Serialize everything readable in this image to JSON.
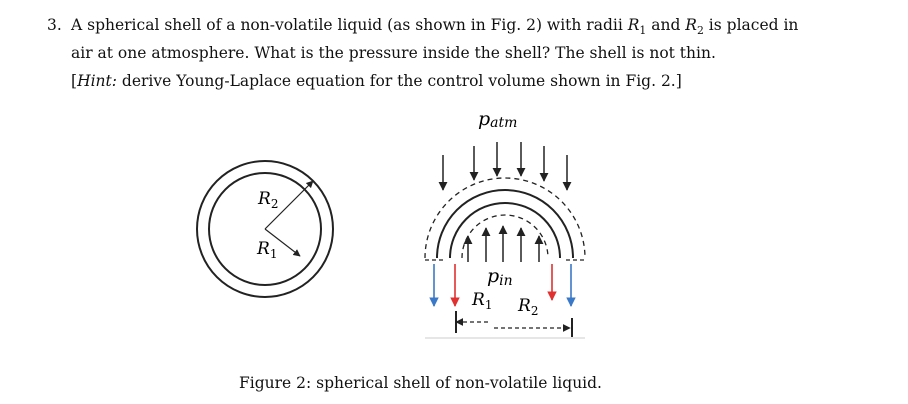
{
  "problem": {
    "number": "3.",
    "line1_a": "A spherical shell of a non-volatile liquid (as shown in Fig. 2) with radii ",
    "r1_sym": "R",
    "r1_sub": "1",
    "and": " and ",
    "r2_sym": "R",
    "r2_sub": "2",
    "line1_b": " is placed in",
    "line2": "air at one atmosphere. What is the pressure inside the shell? The shell is not thin.",
    "hint_open": "[",
    "hint_word": "Hint:",
    "hint_rest": " derive Young-Laplace equation for the control volume shown in Fig. 2.]"
  },
  "figure": {
    "labels": {
      "p_atm_main": "p",
      "p_atm_sub": "atm",
      "p_in_main": "p",
      "p_in_sub": "in",
      "left_R2": "R",
      "left_R2_sub": "2",
      "left_R1": "R",
      "left_R1_sub": "1",
      "right_R1": "R",
      "right_R1_sub": "1",
      "right_R2": "R",
      "right_R2_sub": "2"
    },
    "colors": {
      "outline": "#222222",
      "red_arrow": "#e03030",
      "blue_arrow": "#3a78c8"
    },
    "caption": "Figure 2: spherical shell of non-volatile liquid."
  }
}
